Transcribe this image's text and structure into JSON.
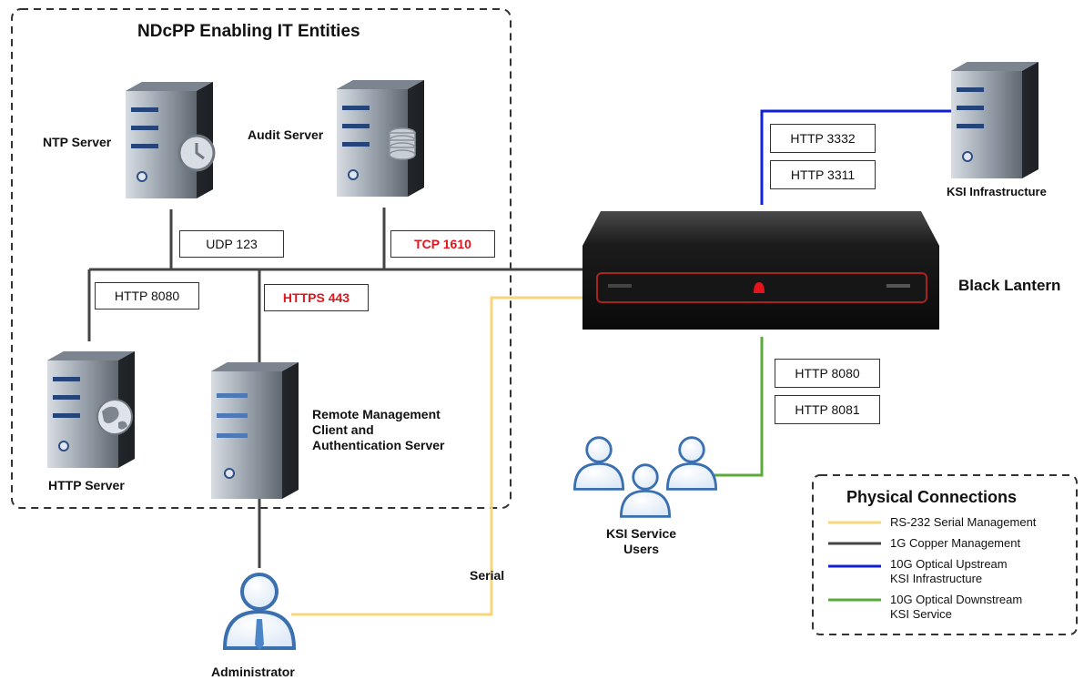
{
  "enclave": {
    "title": "NDcPP Enabling IT Entities"
  },
  "nodes": {
    "ntp": "NTP Server",
    "audit": "Audit Server",
    "http_server": "HTTP Server",
    "remote_mgmt": [
      "Remote Management",
      "Client and",
      "Authentication Server"
    ],
    "black_lantern": "Black Lantern",
    "ksi_infra": "KSI Infrastructure",
    "ksi_users": [
      "KSI Service",
      "Users"
    ],
    "administrator": "Administrator"
  },
  "ports": {
    "udp123": "UDP 123",
    "tcp1610": "TCP 1610",
    "http8080_left": "HTTP 8080",
    "https443": "HTTPS 443",
    "http3332": "HTTP 3332",
    "http3311": "HTTP 3311",
    "http8080_right": "HTTP 8080",
    "http8081": "HTTP 8081"
  },
  "serial_label": "Serial",
  "legend": {
    "title": "Physical Connections",
    "items": [
      {
        "lines": [
          "RS-232 Serial Management"
        ],
        "color": "#f5d67a"
      },
      {
        "lines": [
          "1G Copper Management"
        ],
        "color": "#444444"
      },
      {
        "lines": [
          "10G Optical Upstream",
          "KSI Infrastructure"
        ],
        "color": "#1020d8"
      },
      {
        "lines": [
          "10G Optical Downstream",
          "KSI Service"
        ],
        "color": "#5aaa3c"
      }
    ]
  },
  "colors": {
    "serial": "#f5d67a",
    "copper": "#444444",
    "upstream": "#1020d8",
    "downstream": "#5aaa3c",
    "highlight": "#e3141b"
  },
  "icons": {
    "ntp": "clock-icon",
    "audit": "database-icon",
    "http": "globe-icon",
    "user": "user-icon"
  }
}
